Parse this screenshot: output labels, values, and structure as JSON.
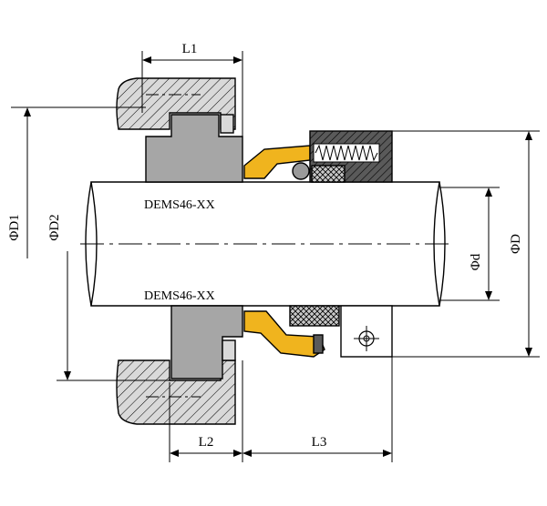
{
  "labels": {
    "L1": "L1",
    "L2": "L2",
    "L3": "L3",
    "phiD1": "ΦD1",
    "phiD2": "ΦD2",
    "phiD": "ΦD",
    "phid": "Φd",
    "model_top": "DEMS46-XX",
    "model_bottom": "DEMS46-XX"
  },
  "colors": {
    "line": "#000000",
    "hatch_fill": "#d9d9d9",
    "seat_fill": "#a6a6a6",
    "face_fill": "#f0b41e",
    "spring_fill": "#5a5a5a",
    "oring_fill": "#9a9a9a",
    "shaft_fill": "#ffffff"
  }
}
